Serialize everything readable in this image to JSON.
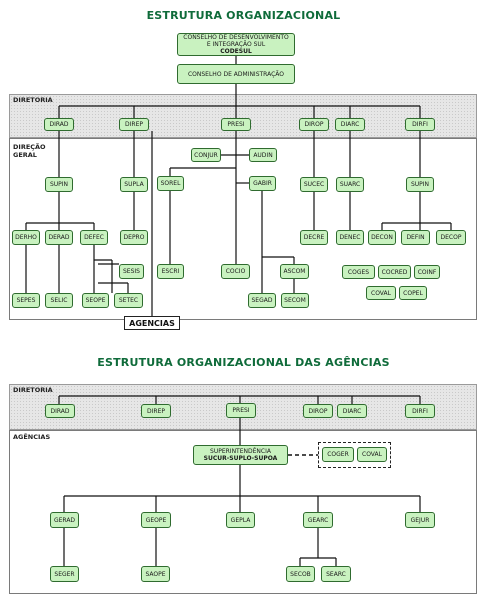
{
  "top": {
    "title": "ESTRUTURA ORGANIZACIONAL",
    "sections": {
      "diretoria": "DIRETORIA",
      "direcao_l1": "DIREÇÃO",
      "direcao_l2": "GERAL"
    },
    "tag": "AGENCIAS",
    "nodes": {
      "conselho_l1": "CONSELHO DE DESENVOLVIMENTO",
      "conselho_l2": "E INTEGRAÇÃO SUL",
      "conselho_l3": "CODESUL",
      "adm": "CONSELHO DE ADMINISTRAÇÃO",
      "dirad": "DIRAD",
      "direp": "DIREP",
      "presi": "PRESI",
      "dirop": "DIROP",
      "diarc": "DIARC",
      "dirfi": "DIRFI",
      "conjur": "CONJUR",
      "audin": "AUDIN",
      "supin1": "SUPIN",
      "supla": "SUPLA",
      "sorel": "SOREL",
      "gabir": "GABIR",
      "sucec": "SUCEC",
      "suarc": "SUARC",
      "supin2": "SUPIN",
      "derho": "DERHO",
      "derad": "DERAD",
      "defec": "DEFEC",
      "depro": "DEPRO",
      "sesis": "SESIS",
      "escri": "ESCRI",
      "cocio": "COCIO",
      "ascom": "ASCOM",
      "decre": "DECRE",
      "denec": "DENEC",
      "decon": "DECON",
      "defin": "DEFIN",
      "decop": "DECOP",
      "sepes": "SEPES",
      "selic": "SELIC",
      "seope": "SEOPE",
      "setec": "SETEC",
      "segad": "SEGAD",
      "secom": "SECOM",
      "coges": "COGES",
      "cocred": "COCRED",
      "coinf": "COINF",
      "coval": "COVAL",
      "copel": "COPEL"
    }
  },
  "bottom": {
    "title": "ESTRUTURA ORGANIZACIONAL DAS AGÊNCIAS",
    "sections": {
      "diretoria": "DIRETORIA",
      "agencias": "AGÊNCIAS"
    },
    "nodes": {
      "dirad": "DIRAD",
      "direp": "DIREP",
      "presi": "PRESI",
      "dirop": "DIROP",
      "diarc": "DIARC",
      "dirfi": "DIRFI",
      "super_l1": "SUPERINTENDÊNCIA",
      "super_l2": "SUCUR-SUPLO-SUPOA",
      "coger": "COGER",
      "coval": "COVAL",
      "gerad": "GERAD",
      "geope": "GEOPE",
      "gepla": "GEPLA",
      "gearc": "GEARC",
      "gejur": "GEJUR",
      "seger": "SEGER",
      "saope": "SAOPE",
      "secob": "SECOB",
      "searc": "SEARC"
    }
  }
}
